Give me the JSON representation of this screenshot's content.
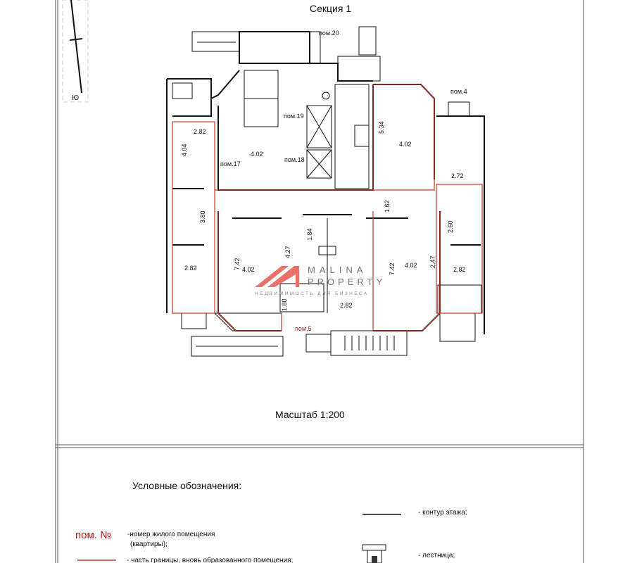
{
  "header": {
    "title": "Секция 1"
  },
  "compass": {
    "label": "Ю"
  },
  "plan": {
    "rooms": [
      "пом.20",
      "пом.19",
      "пом.17",
      "пом.18",
      "пом.4",
      "пом.5"
    ],
    "dims_horizontal": [
      "2.82",
      "4.02",
      "4.02",
      "2.72",
      "2.82",
      "4.02",
      "2.82",
      "4.02",
      "2.82"
    ],
    "dims_vertical": [
      "4.04",
      "5.34",
      "3.80",
      "1.62",
      "1.84",
      "2.60",
      "7.42",
      "4.27",
      "7.42",
      "2.47",
      "1.80"
    ]
  },
  "watermark": {
    "brand_line1": "MALINA",
    "brand_line2": "PROPERTY",
    "tagline": "НЕДВИЖИМОСТЬ ДЛЯ БИЗНЕСА"
  },
  "scale": {
    "label": "Масштаб 1:200"
  },
  "legend": {
    "title": "Условные обозначения:",
    "items": [
      {
        "symbol": "пом. №",
        "text": "-номер жилого помещения",
        "text2": "(квартиры);"
      },
      {
        "text": "- часть границы, вновь образованного помещения;"
      },
      {
        "text": "- контур этажа;"
      },
      {
        "text": "- лестница;"
      }
    ]
  },
  "colors": {
    "accent_red": "#c0392b",
    "label_red": "#b01818"
  }
}
